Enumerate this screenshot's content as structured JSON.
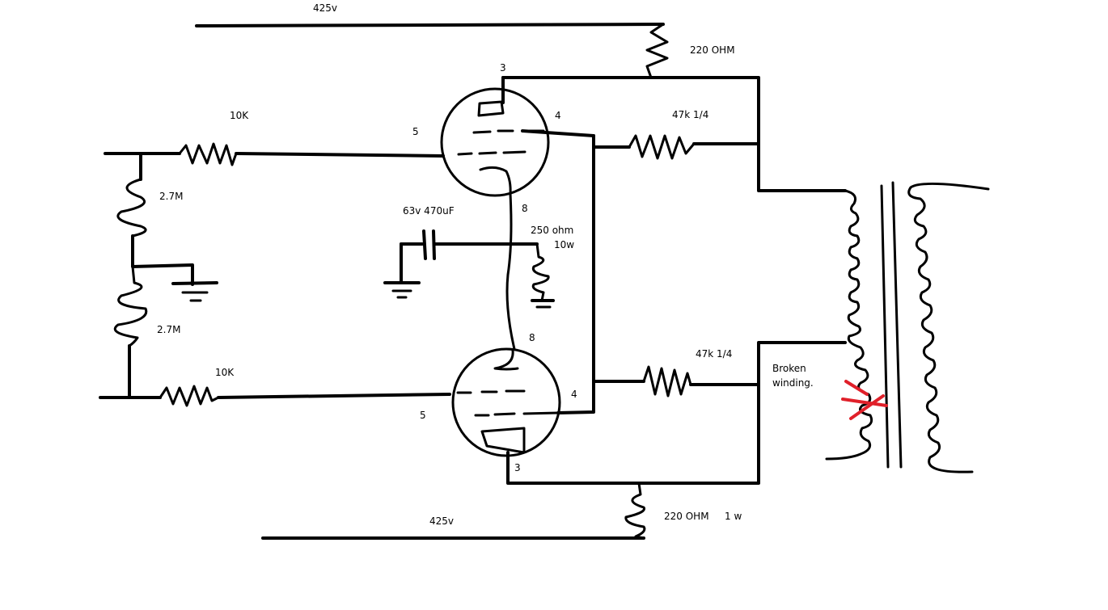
{
  "labels": {
    "supply_top": "425v",
    "supply_bottom": "425v",
    "plate_res_top": "220 OHM",
    "plate_res_bottom": "220 OHM",
    "plate_res_bottom_power": "1 w",
    "grid_res_top": "10K",
    "grid_res_bottom": "10K",
    "divider_top": "2.7M",
    "divider_bottom": "2.7M",
    "screen_res_top": "47k 1/4",
    "screen_res_bottom": "47k 1/4",
    "cap": "63v 470uF",
    "cathode_res": "250 ohm",
    "cathode_res_power": "10w",
    "pin3_top": "3",
    "pin4_top": "4",
    "pin5_top": "5",
    "pin8_top": "8",
    "pin3_bottom": "3",
    "pin4_bottom": "4",
    "pin5_bottom": "5",
    "pin8_bottom": "8",
    "broken_line1": "Broken",
    "broken_line2": "winding."
  },
  "colors": {
    "wire": "#000000",
    "fault_mark": "#e0202a"
  }
}
